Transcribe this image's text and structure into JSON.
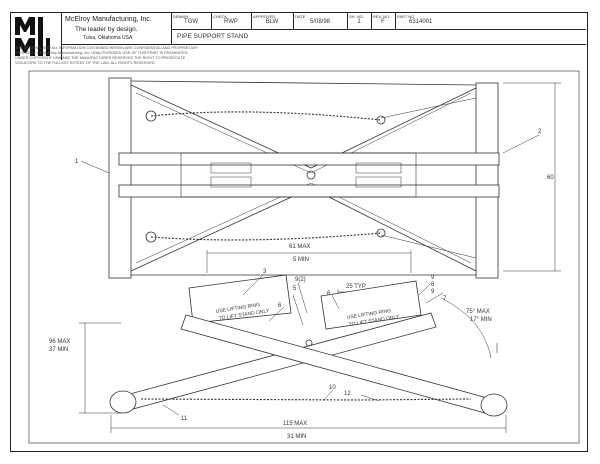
{
  "title_block": {
    "company_name": "McElroy Manufacturing, Inc.",
    "slogan": "The leader by design.",
    "location": "Tulsa, Oklahoma USA",
    "cells": [
      {
        "label": "DRAWN",
        "value": "TGW"
      },
      {
        "label": "CHECK",
        "value": "RWP"
      },
      {
        "label": "APPROVED",
        "value": "BLW"
      },
      {
        "label": "DATE",
        "value": "5/08/98"
      },
      {
        "label": "SH. NO.",
        "value": "1"
      },
      {
        "label": "REV. NO.",
        "value": "F"
      },
      {
        "label": "PART NO.",
        "value": "6314001"
      }
    ],
    "drawing_title": "PIPE SUPPORT STAND"
  },
  "notice": {
    "line1": "THE DESIGNS, AND ALL INFORMATION CONTAINED HEREIN ARE CONFIDENTIAL AND PROPRIETARY",
    "line2": "PROPERTY OF McElroy Manufacturing, Inc. UNAUTHORIZED USE OF THIS PRINT IS PROHIBITED",
    "line3": "UNDER COPYRIGHT LAW AND THE MANUFACTURER RESERVES THE RIGHT TO PROSECUTE",
    "line4": "VIOLATORS TO THE FULLEST EXTENT OF THE LAW. ALL RIGHTS RESERVED."
  },
  "callouts": {
    "c1": "1",
    "c2": "2",
    "c3": "3",
    "c5": "5",
    "c6a": "6",
    "c6b": "6",
    "c7": "7",
    "c8": "8",
    "c9a": "9",
    "c9b": "9",
    "c9c": "9(2)",
    "c10": "10",
    "c11": "11",
    "c12": "12"
  },
  "dimensions": {
    "height_top": "60",
    "span_max": "61 MAX",
    "span_min": "5 MIN",
    "typ": "25 TYP",
    "angle_max": "75° MAX",
    "angle_min": "17° MIN",
    "height_max": "96 MAX",
    "height_min": "37 MIN",
    "width_max": "115 MAX",
    "width_min": "31 MIN"
  },
  "labels": {
    "sticker1_line1": "USE LIFTING RING",
    "sticker1_line2": "TO LIFT STAND ONLY",
    "sticker2_line1": "USE LIFTING RING",
    "sticker2_line2": "TO LIFT STAND ONLY"
  }
}
